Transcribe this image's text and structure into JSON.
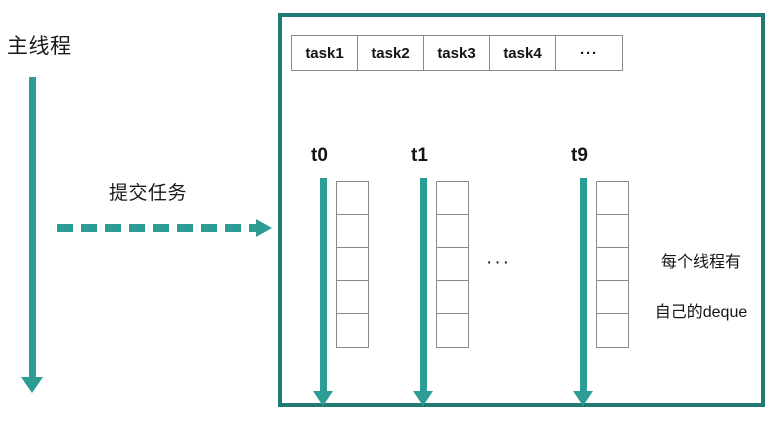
{
  "diagram": {
    "title_main_thread": "主线程",
    "submit_label": "提交任务",
    "deque_note_line1": "每个线程有",
    "deque_note_line2": "自己的deque",
    "middle_ellipsis": "···",
    "colors": {
      "teal_arrow": "#2d9c94",
      "box_border": "#1f7a74",
      "cell_border": "#8a8a8a",
      "text": "#141414",
      "background": "#ffffff"
    }
  },
  "task_queue": {
    "cells": [
      {
        "label": "task1"
      },
      {
        "label": "task2"
      },
      {
        "label": "task3"
      },
      {
        "label": "task4"
      },
      {
        "label": "···"
      }
    ]
  },
  "workers": [
    {
      "label": "t0",
      "deque_cells": 5
    },
    {
      "label": "t1",
      "deque_cells": 5
    },
    {
      "label": "t9",
      "deque_cells": 5
    }
  ]
}
